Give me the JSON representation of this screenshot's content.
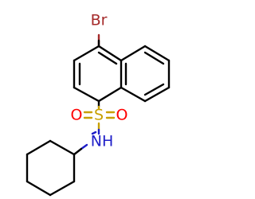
{
  "structure": {
    "atoms": {
      "bromine": "Br",
      "sulfur": "S",
      "oxygen_left": "O",
      "oxygen_right": "O",
      "amine": "NH"
    }
  },
  "colors": {
    "bond": "#000000",
    "bromine": "#a52a2a",
    "sulfur": "#c8a000",
    "oxygen": "#ff0000",
    "nitrogen": "#1e1ec8"
  }
}
